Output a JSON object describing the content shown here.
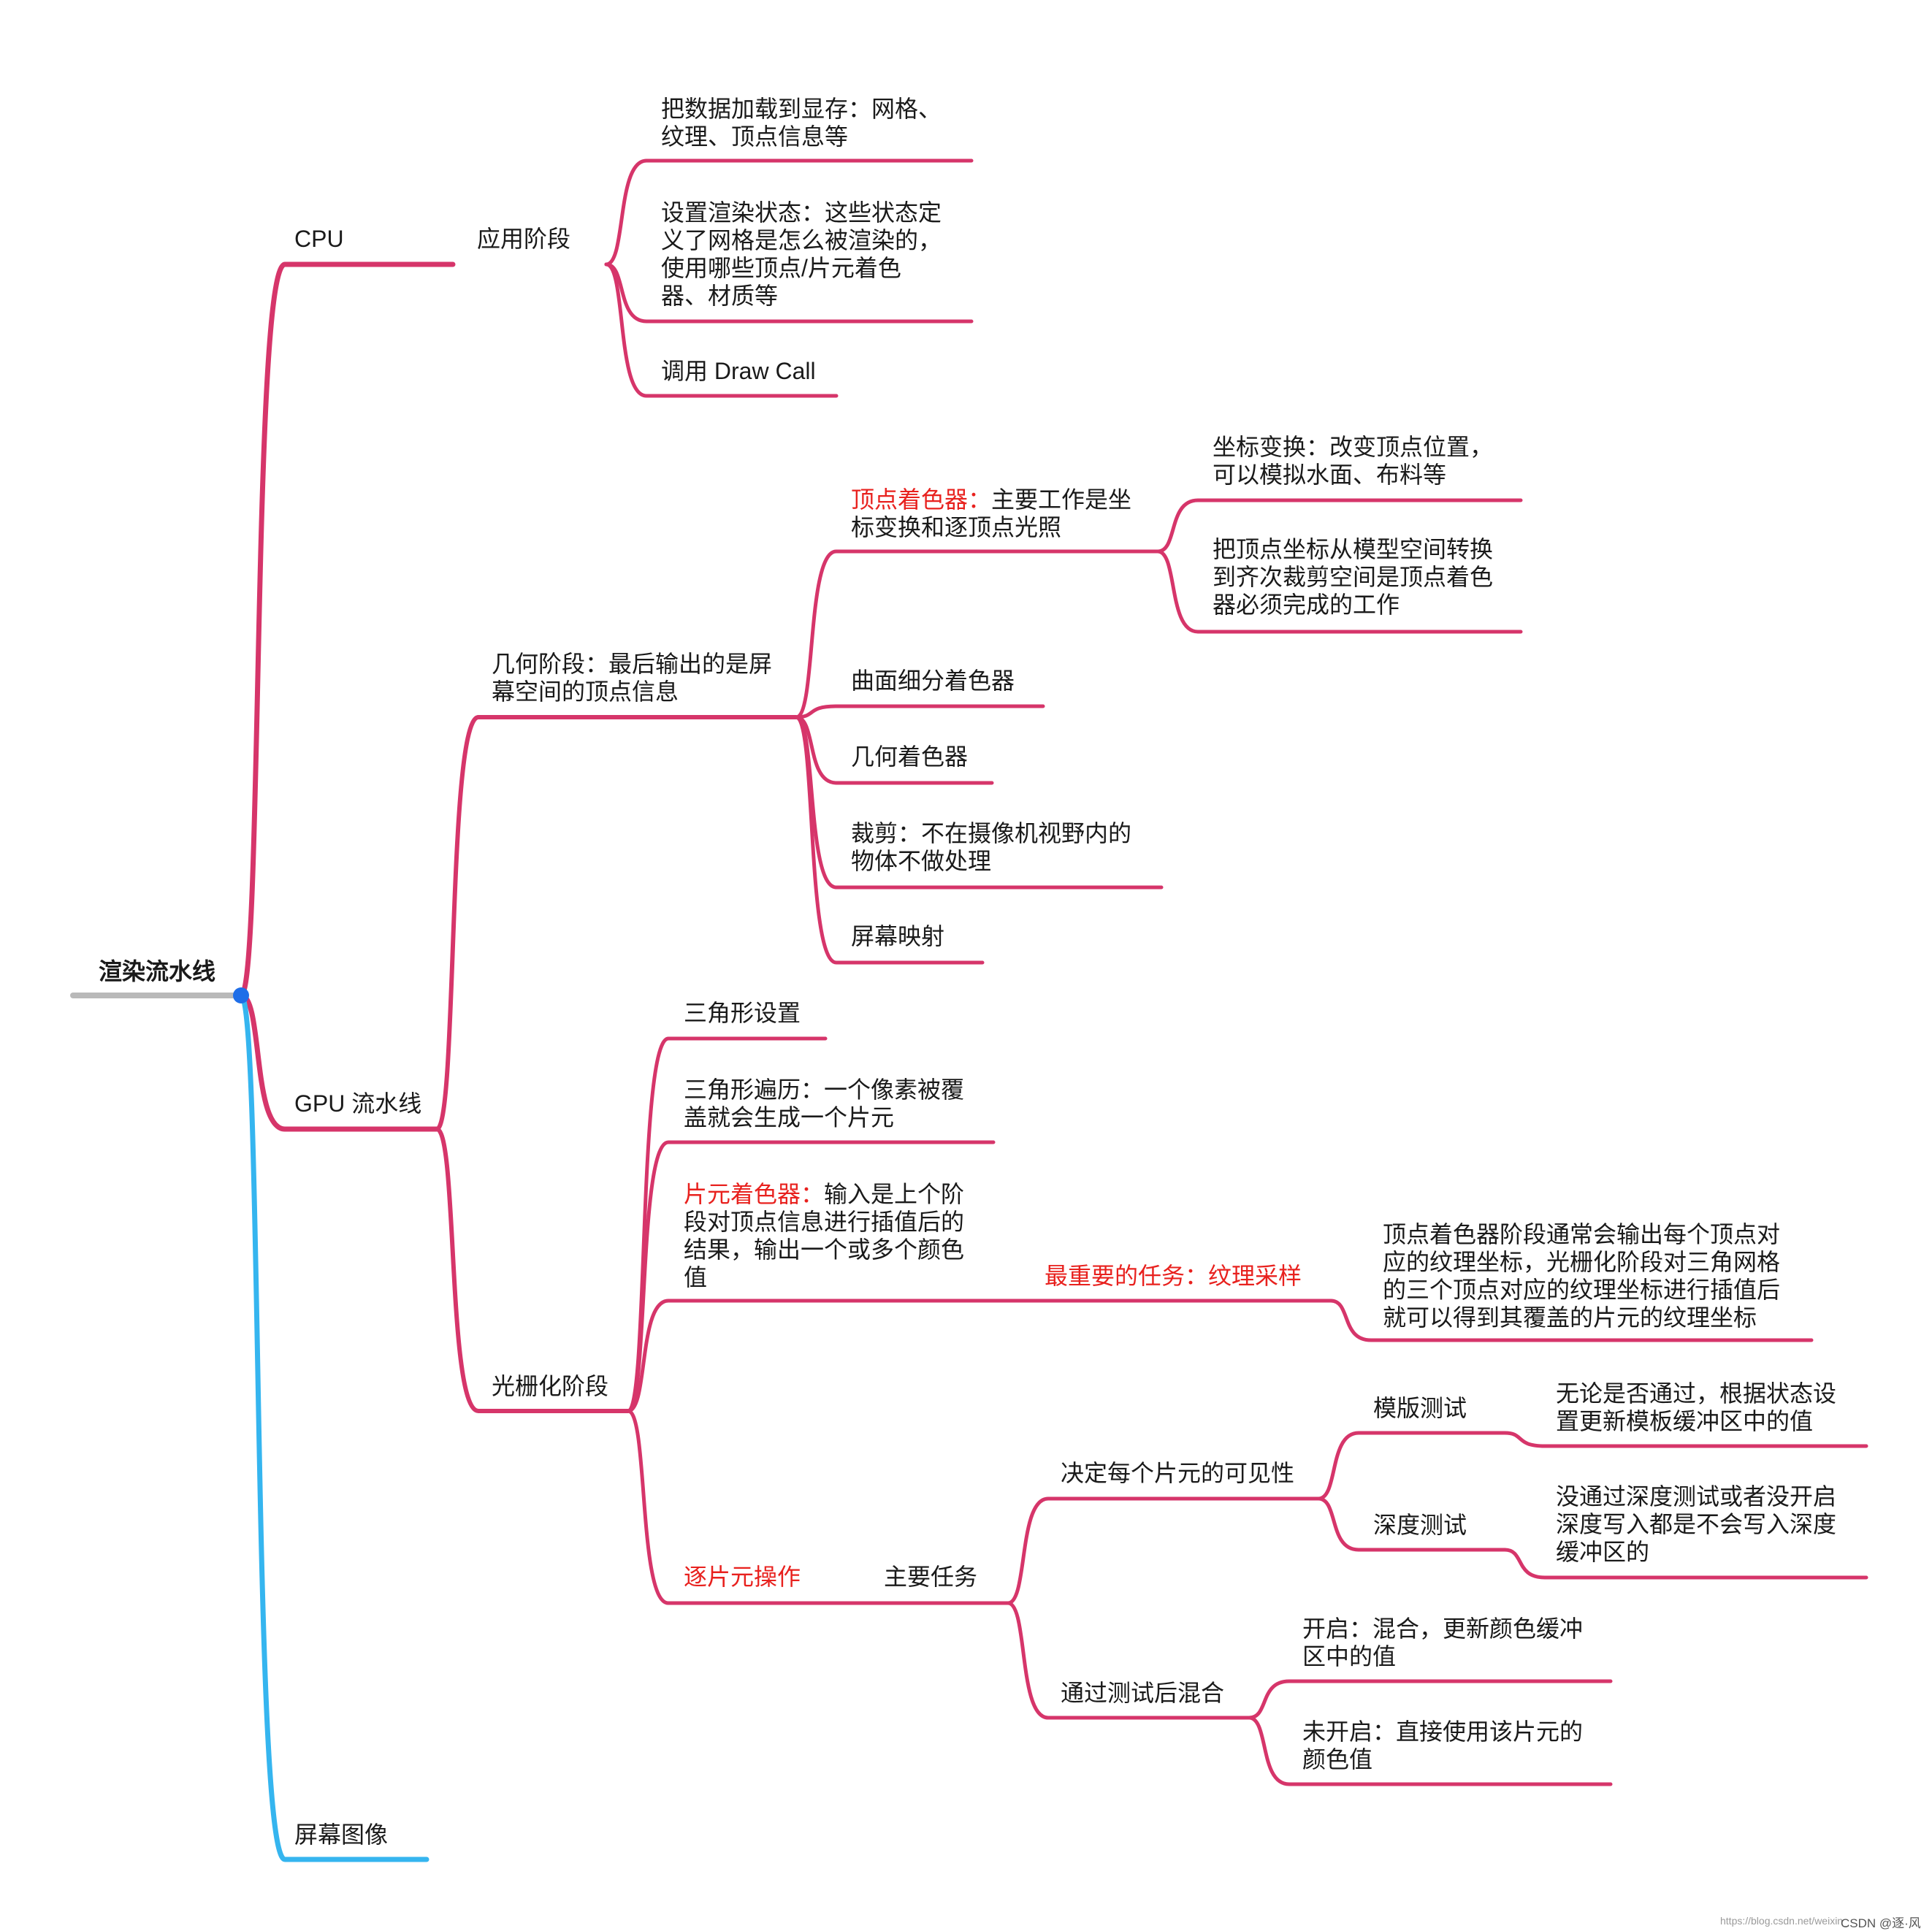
{
  "colors": {
    "branch": "#d6356a",
    "screen_branch": "#35b5ef",
    "root_line": "#b9b9b9",
    "root_dot": "#1f6ee8",
    "highlight": "#e8211e"
  },
  "root": "渲染流水线",
  "cpu": {
    "label": "CPU",
    "stage": "应用阶段",
    "items": [
      [
        "把数据加载到显存：网格、",
        "纹理、顶点信息等"
      ],
      [
        "设置渲染状态：这些状态定",
        "义了网格是怎么被渲染的，",
        "使用哪些顶点/片元着色",
        "器、材质等"
      ],
      [
        "调用 Draw Call"
      ]
    ]
  },
  "gpu": {
    "label": "GPU 流水线",
    "geometry": {
      "title": [
        "几何阶段：最后输出的是屏",
        "幕空间的顶点信息"
      ],
      "vertex_shader": {
        "name": "顶点着色器：",
        "desc": [
          "主要工作是坐",
          "标变换和逐顶点光照"
        ],
        "children": [
          [
            "坐标变换：改变顶点位置，",
            "可以模拟水面、布料等"
          ],
          [
            "把顶点坐标从模型空间转换",
            "到齐次裁剪空间是顶点着色",
            "器必须完成的工作"
          ]
        ]
      },
      "tessellation": "曲面细分着色器",
      "geometry_shader": "几何着色器",
      "clipping": [
        "裁剪：不在摄像机视野内的",
        "物体不做处理"
      ],
      "screen_mapping": "屏幕映射"
    },
    "raster": {
      "title": "光栅化阶段",
      "triangle_setup": "三角形设置",
      "triangle_traversal": [
        "三角形遍历：一个像素被覆",
        "盖就会生成一个片元"
      ],
      "fragment_shader": {
        "name": "片元着色器：",
        "desc": [
          "输入是上个阶",
          "段对顶点信息进行插值后的",
          "结果，输出一个或多个颜色",
          "值"
        ],
        "task": "最重要的任务：纹理采样",
        "task_desc": [
          "顶点着色器阶段通常会输出每个顶点对",
          "应的纹理坐标，光栅化阶段对三角网格",
          "的三个顶点对应的纹理坐标进行插值后",
          "就可以得到其覆盖的片元的纹理坐标"
        ]
      },
      "per_fragment": {
        "name": "逐片元操作",
        "main_task": "主要任务",
        "visibility": "决定每个片元的可见性",
        "stencil": "模版测试",
        "stencil_desc": [
          "无论是否通过，根据状态设",
          "置更新模板缓冲区中的值"
        ],
        "depth": "深度测试",
        "depth_desc": [
          "没通过深度测试或者没开启",
          "深度写入都是不会写入深度",
          "缓冲区的"
        ],
        "blend": "通过测试后混合",
        "blend_on": [
          "开启：混合，更新颜色缓冲",
          "区中的值"
        ],
        "blend_off": [
          "未开启：直接使用该片元的",
          "颜色值"
        ]
      }
    }
  },
  "screen_image": "屏幕图像",
  "watermark": "https://blog.csdn.net/weixin_",
  "watermark2": "CSDN @逐·风"
}
